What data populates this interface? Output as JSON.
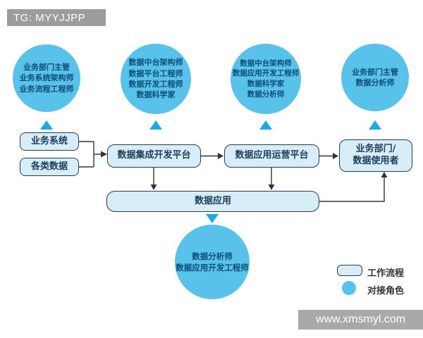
{
  "header": {
    "tag_label": "TG: MYYJJPP"
  },
  "watermark": {
    "text": "www.xmsmyl.com"
  },
  "circles": [
    {
      "name": "business-source-roles",
      "lines": [
        "业务部门主管",
        "业务系统架构师",
        "业务流程工程师"
      ]
    },
    {
      "name": "platform-dev-roles",
      "lines": [
        "数据中台架构师",
        "数据平台工程师",
        "数据开发工程师",
        "数据科学家"
      ]
    },
    {
      "name": "app-operation-roles",
      "lines": [
        "数据中台架构师",
        "数据应用开发工程师",
        "数据科学家",
        "数据分析师"
      ]
    },
    {
      "name": "business-user-roles",
      "lines": [
        "业务部门主管",
        "数据分析师"
      ]
    },
    {
      "name": "data-app-roles",
      "lines": [
        "数据分析师",
        "数据应用开发工程师"
      ]
    }
  ],
  "boxes": {
    "business_system": "业务系统",
    "various_data": "各类数据",
    "integration_platform": "数据集成开发平台",
    "operation_platform": "数据应用运营平台",
    "business_dept_lines": [
      "业务部门/",
      "数据使用者"
    ],
    "data_application": "数据应用"
  },
  "legend": {
    "workflow": "工作流程",
    "role": "对接角色"
  },
  "colors": {
    "circle_fill": "#58c2eb",
    "box_fill": "#d7edf8",
    "box_border": "#2a3b4d",
    "triangle_blue": "#1ea8e7",
    "circle_text": "#0d4e79",
    "connector": "#333333",
    "header_bar": "#9c9c9c",
    "watermark_bar": "#a9a9a9"
  }
}
